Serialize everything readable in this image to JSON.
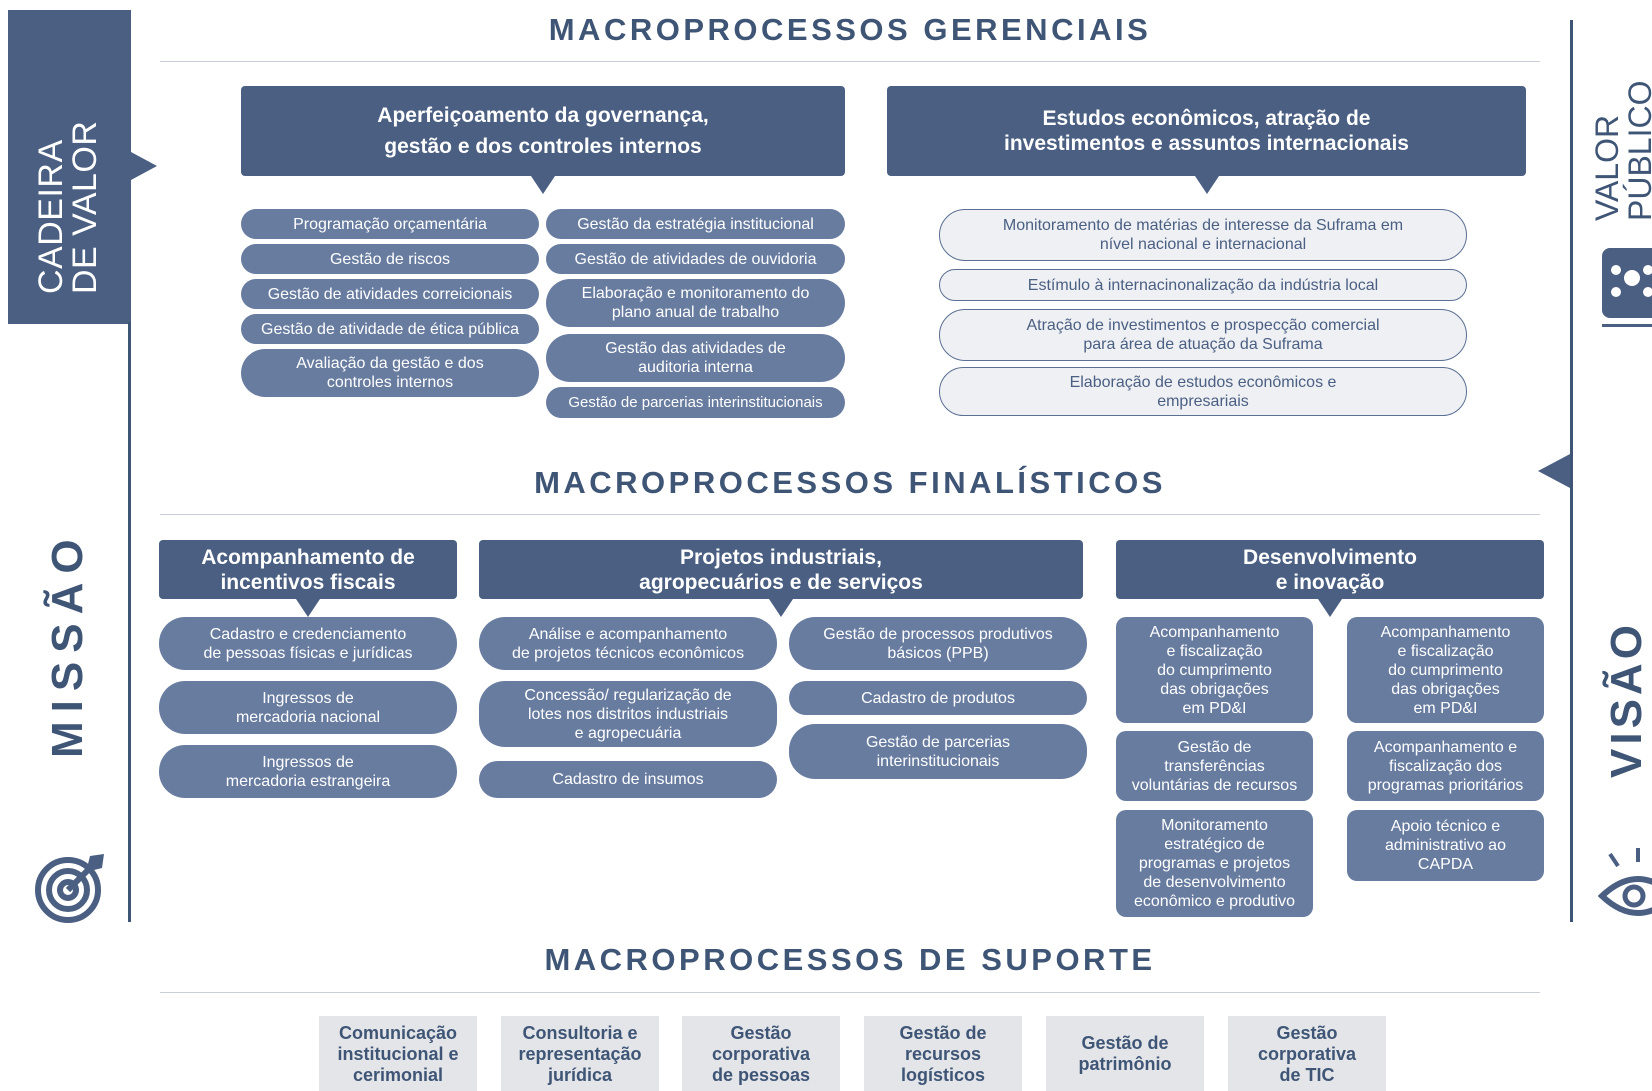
{
  "colors": {
    "primary": "#4a5f82",
    "pill": "#687ca0",
    "text": "#3f5576",
    "support_bg": "#e3e5e9"
  },
  "side": {
    "cadeira": "CADEIRA\nDE VALOR",
    "missao": "MISSÃO",
    "visao": "VISÃO",
    "valor": "VALOR\nPÚBLICO",
    "icons": [
      "target-icon",
      "people-icon",
      "eye-icon"
    ]
  },
  "gerenciais": {
    "title": "MACROPROCESSOS GERENCIAIS",
    "group1": {
      "header": [
        "Aperfeiçoamento da governança,",
        "gestão e dos controles internos"
      ],
      "col1": [
        "Programação orçamentária",
        "Gestão de riscos",
        "Gestão de atividades correicionais",
        "Gestão de atividade de ética pública",
        "Avaliação da gestão e dos\ncontroles internos"
      ],
      "col2": [
        "Gestão da estratégia institucional",
        "Gestão de atividades de ouvidoria",
        "Elaboração e monitoramento do\nplano anual de trabalho",
        "Gestão das atividades de\nauditoria interna",
        "Gestão de parcerias interinstitucionais"
      ]
    },
    "group2": {
      "header": [
        "Estudos econômicos, atração de",
        "investimentos e assuntos internacionais"
      ],
      "items": [
        "Monitoramento de matérias de interesse da Suframa em\nnível nacional e internacional",
        "Estímulo à internacinonalização da indústria local",
        "Atração de investimentos e prospecção comercial\npara área de atuação da Suframa",
        "Elaboração de estudos econômicos e\nempresariais"
      ]
    }
  },
  "finalisticos": {
    "title": "MACROPROCESSOS FINALÍSTICOS",
    "group1": {
      "header": [
        "Acompanhamento de",
        "incentivos fiscais"
      ],
      "items": [
        "Cadastro e credenciamento\nde pessoas físicas e jurídicas",
        "Ingressos de\nmercadoria nacional",
        "Ingressos de\nmercadoria estrangeira"
      ]
    },
    "group2": {
      "header": [
        "Projetos industriais,",
        "agropecuários e de serviços"
      ],
      "col1": [
        "Análise e acompanhamento\nde projetos técnicos econômicos",
        "Concessão/ regularização de\nlotes nos distritos industriais\ne agropecuária",
        "Cadastro de insumos"
      ],
      "col2": [
        "Gestão de processos produtivos\nbásicos (PPB)",
        "Cadastro de produtos",
        "Gestão de parcerias\ninterinstitucionais"
      ]
    },
    "group3": {
      "header": [
        "Desenvolvimento",
        "e inovação"
      ],
      "col1": [
        "Acompanhamento\ne fiscalização\ndo cumprimento\ndas obrigações\nem PD&I",
        "Gestão de\ntransferências\nvoluntárias de recursos",
        "Monitoramento\nestratégico de\nprogramas e projetos\nde desenvolvimento\neconômico e produtivo"
      ],
      "col2": [
        "Acompanhamento\ne fiscalização\ndo cumprimento\ndas obrigações\nem PD&I",
        "Acompanhamento e\nfiscalização dos\nprogramas prioritários",
        "Apoio técnico e\nadministrativo ao\nCAPDA"
      ]
    }
  },
  "suporte": {
    "title": "MACROPROCESSOS DE SUPORTE",
    "items": [
      "Comunicação\ninstitucional e\ncerimonial",
      "Consultoria e\nrepresentação\njurídica",
      "Gestão\ncorporativa\nde pessoas",
      "Gestão de\nrecursos\nlogísticos",
      "Gestão de\npatrimônio",
      "Gestão\ncorporativa\nde TIC"
    ]
  }
}
